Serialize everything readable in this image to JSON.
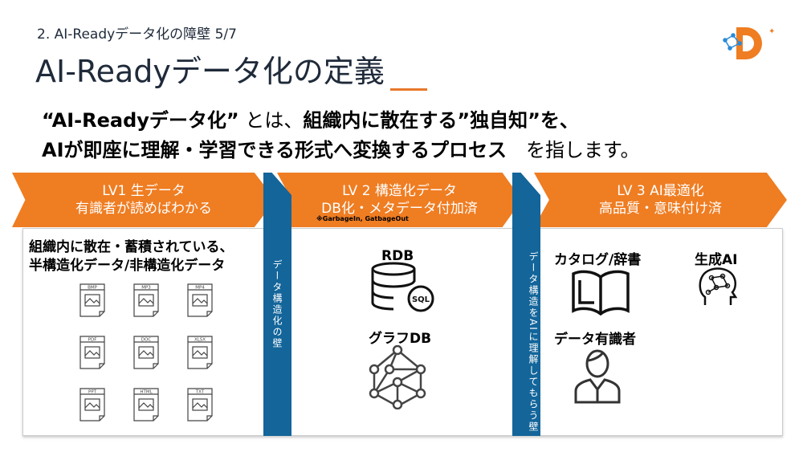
{
  "header": {
    "subtitle": "2. AI-Readyデータ化の障壁 5/7",
    "title": "AI-Readyデータ化の定義"
  },
  "lead": {
    "line1_bold1": "“AI-Readyデータ化”",
    "line1_normal": " とは、",
    "line1_bold2": "組織内に散在する”独自知”を、",
    "line2_bold": "AIが即座に理解・学習できる形式へ変換するプロセス",
    "line2_normal": "　を指します。"
  },
  "levels": [
    {
      "title": "LV1 生データ",
      "desc": "有識者が読めばわかる"
    },
    {
      "title": "LV 2 構造化データ",
      "desc": "DB化・メタデータ付加済",
      "note": "※GarbageIn, GatbageOut"
    },
    {
      "title": "LV 3 AI最適化",
      "desc": "高品質・意味付け済"
    }
  ],
  "walls": [
    "データ構造化の壁",
    "データ構造をAIに理解してもらう壁"
  ],
  "lv1": {
    "heading1": "組織内に散在・蓄積されている、",
    "heading2": "半構造化データ/非構造化データ",
    "file_types": [
      "BMP",
      "MP3",
      "MP4",
      "PDF",
      "DOC",
      "XLSX",
      "PPT",
      "HTML",
      "TXT"
    ]
  },
  "lv2": {
    "rdb": "RDB",
    "sql": "SQL",
    "graph": "グラフDB"
  },
  "lv3": {
    "catalog": "カタログ/辞書",
    "genai": "生成AI",
    "expert": "データ有識者"
  },
  "colors": {
    "orange": "#ef7d22",
    "blue": "#13659a",
    "title": "#1f2a3a"
  }
}
